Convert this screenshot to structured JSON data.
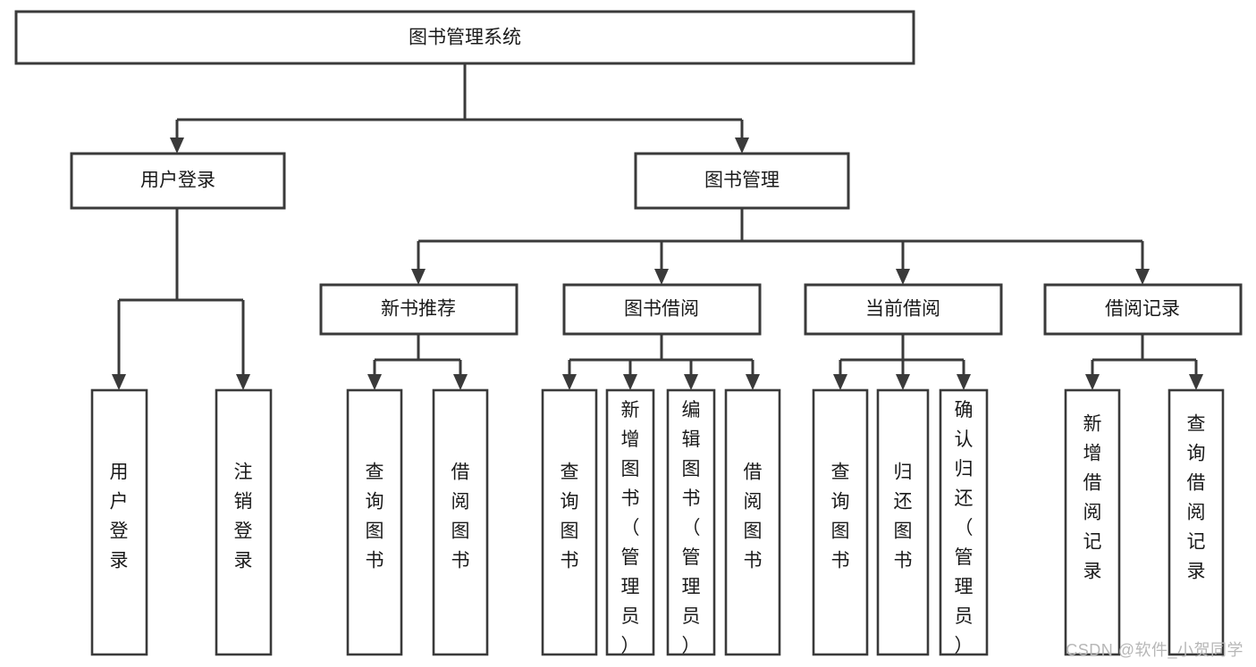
{
  "diagram": {
    "type": "tree",
    "title": "图书管理系统",
    "watermark": "CSDN @软件_小贺同学",
    "colors": {
      "stroke": "#3a3a3a",
      "fill": "#ffffff",
      "text": "#1a1a1a",
      "watermark": "#b7b7b7",
      "background": "#ffffff"
    },
    "levels": {
      "root": "图书管理系统",
      "level1": [
        "用户登录",
        "图书管理"
      ],
      "level2": [
        "新书推荐",
        "图书借阅",
        "当前借阅",
        "借阅记录"
      ]
    },
    "nodes": {
      "root": {
        "label": "图书管理系统",
        "orientation": "horizontal"
      },
      "user_login": {
        "label": "用户登录",
        "orientation": "horizontal"
      },
      "book_manage": {
        "label": "图书管理",
        "orientation": "horizontal"
      },
      "new_book_rec": {
        "label": "新书推荐",
        "orientation": "horizontal"
      },
      "book_borrow": {
        "label": "图书借阅",
        "orientation": "horizontal"
      },
      "current_borrow": {
        "label": "当前借阅",
        "orientation": "horizontal"
      },
      "borrow_record": {
        "label": "借阅记录",
        "orientation": "horizontal"
      },
      "leaf_user_login": {
        "label": "用户登录",
        "orientation": "vertical",
        "align": "middle"
      },
      "leaf_logout": {
        "label": "注销登录",
        "orientation": "vertical",
        "align": "middle"
      },
      "leaf_query_book_1": {
        "label": "查询图书",
        "orientation": "vertical",
        "align": "middle"
      },
      "leaf_borrow_book_1": {
        "label": "借阅图书",
        "orientation": "vertical",
        "align": "middle"
      },
      "leaf_query_book_2": {
        "label": "查询图书",
        "orientation": "vertical",
        "align": "middle"
      },
      "leaf_add_book": {
        "label": "新增图书（管理员）",
        "orientation": "vertical",
        "align": "top"
      },
      "leaf_edit_book": {
        "label": "编辑图书（管理员）",
        "orientation": "vertical",
        "align": "top"
      },
      "leaf_borrow_book_2": {
        "label": "借阅图书",
        "orientation": "vertical",
        "align": "middle"
      },
      "leaf_query_book_3": {
        "label": "查询图书",
        "orientation": "vertical",
        "align": "middle"
      },
      "leaf_return_book": {
        "label": "归还图书",
        "orientation": "vertical",
        "align": "middle"
      },
      "leaf_confirm_return": {
        "label": "确认归还（管理员）",
        "orientation": "vertical",
        "align": "top"
      },
      "leaf_add_record": {
        "label": "新增借阅记录",
        "orientation": "vertical",
        "align": "middle"
      },
      "leaf_query_record": {
        "label": "查询借阅记录",
        "orientation": "vertical",
        "align": "middle"
      }
    },
    "edges": [
      {
        "from": "root",
        "to": "user_login"
      },
      {
        "from": "root",
        "to": "book_manage"
      },
      {
        "from": "user_login",
        "to": "leaf_user_login"
      },
      {
        "from": "user_login",
        "to": "leaf_logout"
      },
      {
        "from": "book_manage",
        "to": "new_book_rec"
      },
      {
        "from": "book_manage",
        "to": "book_borrow"
      },
      {
        "from": "book_manage",
        "to": "current_borrow"
      },
      {
        "from": "book_manage",
        "to": "borrow_record"
      },
      {
        "from": "new_book_rec",
        "to": "leaf_query_book_1"
      },
      {
        "from": "new_book_rec",
        "to": "leaf_borrow_book_1"
      },
      {
        "from": "book_borrow",
        "to": "leaf_query_book_2"
      },
      {
        "from": "book_borrow",
        "to": "leaf_add_book"
      },
      {
        "from": "book_borrow",
        "to": "leaf_edit_book"
      },
      {
        "from": "book_borrow",
        "to": "leaf_borrow_book_2"
      },
      {
        "from": "current_borrow",
        "to": "leaf_query_book_3"
      },
      {
        "from": "current_borrow",
        "to": "leaf_return_book"
      },
      {
        "from": "current_borrow",
        "to": "leaf_confirm_return"
      },
      {
        "from": "borrow_record",
        "to": "leaf_add_record"
      },
      {
        "from": "borrow_record",
        "to": "leaf_query_record"
      }
    ]
  }
}
